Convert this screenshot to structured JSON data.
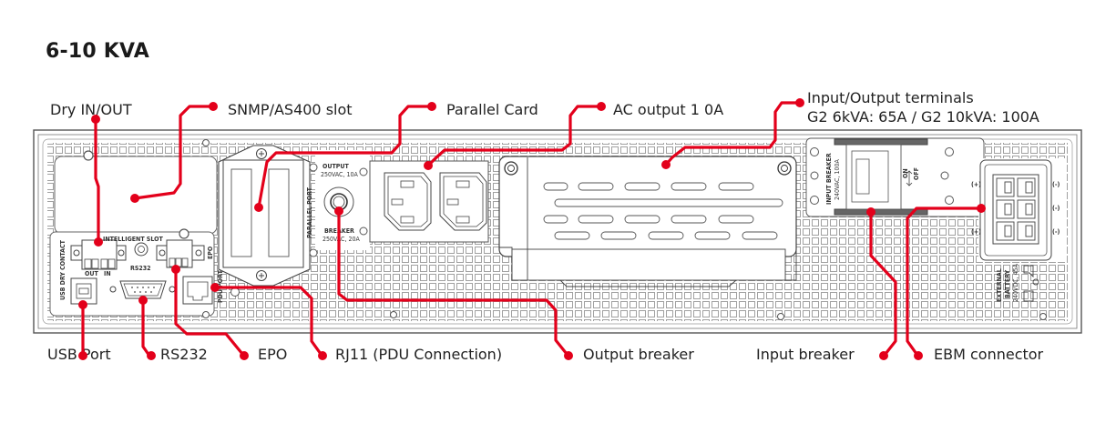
{
  "title": "6-10 KVA",
  "callouts": {
    "dry_in_out": "Dry IN/OUT",
    "snmp_slot": "SNMP/AS400 slot",
    "parallel_card": "Parallel Card",
    "ac_output": "AC output 1 0A",
    "io_terminals_line1": "Input/Output terminals",
    "io_terminals_line2": "G2 6kVA: 65A / G2 10kVA: 100A",
    "usb_port": "USB Port",
    "rs232": "RS232",
    "epo": "EPO",
    "rj11": "RJ11 (PDU Connection)",
    "output_breaker": "Output breaker",
    "input_breaker": "Input breaker",
    "ebm_connector": "EBM connector"
  },
  "panel_labels": {
    "intelligent_slot": "INTELLIGENT SLOT",
    "dry_contact": "USB  DRY CONTACT",
    "out": "OUT",
    "in": "IN",
    "rs232": "RS232",
    "epo": "EPO",
    "pdu_port": "PDU PORT",
    "parallel_port": "PARALLEL PORT",
    "output": "OUTPUT",
    "output_rating": "250VAC, 10A",
    "breaker": "BREAKER",
    "breaker_rating": "250VAC, 20A",
    "input_breaker": "INPUT BREAKER",
    "input_breaker_rating": "240VAC, 100A",
    "on": "ON",
    "off": "OFF",
    "external_battery": "EXTERNAL",
    "battery": "BATTERY",
    "battery_rating": "240VDC, 45A"
  },
  "colors": {
    "leader": "#e3001b",
    "panel_line": "#555555",
    "grid_line": "#8a8a8a"
  }
}
